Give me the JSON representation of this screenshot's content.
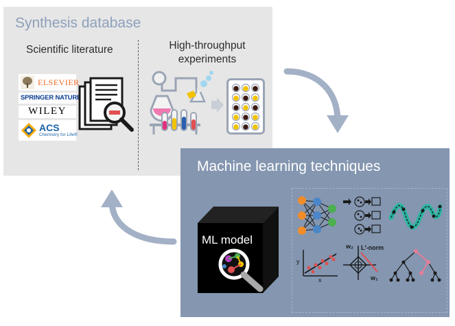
{
  "database": {
    "title": "Synthesis database",
    "literature_title": "Scientific literature",
    "hte_title": "High-throughput experiments",
    "publishers": {
      "elsevier": "ELSEVIER",
      "springer": "SPRINGER NATURE",
      "wiley": "WILEY",
      "acs": "ACS",
      "acs_tagline": "Chemistry for Life®"
    }
  },
  "ml": {
    "title": "Machine learning techniques",
    "model_label": "ML model",
    "regression_axes": {
      "y": "y",
      "x": "x"
    },
    "regularization_labels": {
      "w2": "w₂",
      "norm": "L′-norm",
      "w1": "w₁"
    }
  },
  "colors": {
    "db_panel": "#e6e6e6",
    "ml_panel": "#8496b0",
    "db_title": "#8da0bb",
    "arrow": "#a3b1c6",
    "nn_orange": "#f28c28",
    "nn_blue": "#4a86c8",
    "nn_green": "#4caf50",
    "gp_teal": "#2bb5a3",
    "regression_red": "#e05050",
    "tree_pink": "#e87c9a",
    "elsevier_orange": "#f26a21",
    "springer_blue": "#0b3d91",
    "acs_blue": "#1863a8"
  },
  "icons": [
    "document-stack-icon",
    "magnifier-icon",
    "lab-glassware-icon",
    "well-plate-icon",
    "ml-model-cube-icon",
    "neural-network-icon",
    "clustering-icon",
    "gaussian-process-icon",
    "linear-regression-icon",
    "regularization-icon",
    "decision-tree-icon",
    "cycle-arrow-icon"
  ]
}
